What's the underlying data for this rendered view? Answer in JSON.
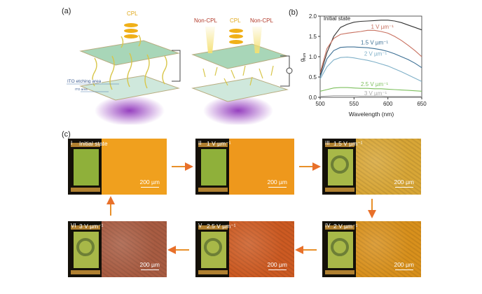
{
  "panel_labels": {
    "a": "(a)",
    "b": "(b)",
    "c": "(c)"
  },
  "panel_a": {
    "left_light": "CPL",
    "right_light_center": "CPL",
    "right_light_side1": "Non-CPL",
    "right_light_side2": "Non-CPL",
    "ito_etching_label": "ITO etching area",
    "ito_area_label": "ITO area",
    "colors": {
      "cpl": "#e0a818",
      "noncpl": "#b23a2a",
      "glass": "#bfe0c8",
      "glow": "#8a2ab8"
    }
  },
  "chart_data": {
    "type": "line",
    "title": "",
    "xlabel": "Wavelength (nm)",
    "ylabel": "g_lum",
    "xlim": [
      500,
      650
    ],
    "ylim": [
      0.0,
      2.0
    ],
    "xticks": [
      "500",
      "550",
      "600",
      "650"
    ],
    "yticks": [
      "0.0",
      "0.5",
      "1.0",
      "1.5",
      "2.0"
    ],
    "x": [
      500,
      510,
      520,
      530,
      540,
      550,
      560,
      570,
      580,
      590,
      600,
      610,
      620,
      630,
      640,
      650
    ],
    "series": [
      {
        "name": "Initial state",
        "color": "#333333",
        "values": [
          0.55,
          1.1,
          1.5,
          1.72,
          1.8,
          1.85,
          1.87,
          1.88,
          1.89,
          1.9,
          1.9,
          1.88,
          1.84,
          1.78,
          1.72,
          1.66
        ]
      },
      {
        "name": "1 V µm⁻¹",
        "color": "#c8705f",
        "values": [
          0.6,
          1.2,
          1.45,
          1.55,
          1.58,
          1.6,
          1.62,
          1.65,
          1.65,
          1.62,
          1.58,
          1.5,
          1.4,
          1.28,
          1.15,
          1.0
        ]
      },
      {
        "name": "1.5 V µm⁻¹",
        "color": "#3c6f94",
        "values": [
          0.5,
          0.95,
          1.15,
          1.23,
          1.24,
          1.24,
          1.23,
          1.22,
          1.2,
          1.17,
          1.13,
          1.07,
          1.0,
          0.93,
          0.84,
          0.73
        ]
      },
      {
        "name": "2 V µm⁻¹",
        "color": "#7fb0c8",
        "values": [
          0.45,
          0.75,
          0.92,
          0.98,
          0.99,
          0.97,
          0.94,
          0.91,
          0.87,
          0.82,
          0.77,
          0.7,
          0.63,
          0.55,
          0.47,
          0.39
        ]
      },
      {
        "name": "2.5 V µm⁻¹",
        "color": "#7cbf5c",
        "values": [
          0.15,
          0.19,
          0.23,
          0.24,
          0.24,
          0.23,
          0.22,
          0.22,
          0.21,
          0.21,
          0.2,
          0.19,
          0.18,
          0.17,
          0.16,
          0.15
        ]
      },
      {
        "name": "3 V µm⁻¹",
        "color": "#aaaaaa",
        "values": [
          0.02,
          0.03,
          0.04,
          0.04,
          0.04,
          0.04,
          0.03,
          0.03,
          0.03,
          0.03,
          0.02,
          0.02,
          0.02,
          0.02,
          0.02,
          0.02
        ]
      }
    ],
    "grid": false,
    "legend": "inline labels"
  },
  "panel_c": {
    "scale_bar": "200 µm",
    "arrow_color": "#e8702a",
    "tiles": [
      {
        "num": "I",
        "state": "Initial state",
        "color": "#f0a01e"
      },
      {
        "num": "II",
        "state": "1 V µm⁻¹",
        "color": "#ee981c"
      },
      {
        "num": "III",
        "state": "1.5 V µm⁻¹",
        "color": "#d8a636"
      },
      {
        "num": "IV",
        "state": "2 V µm⁻¹",
        "color": "#d8901c"
      },
      {
        "num": "V",
        "state": "2.5 V µm⁻¹",
        "color": "#cc5a22"
      },
      {
        "num": "VI",
        "state": "3 V µm⁻¹",
        "color": "#a85c42"
      }
    ]
  }
}
